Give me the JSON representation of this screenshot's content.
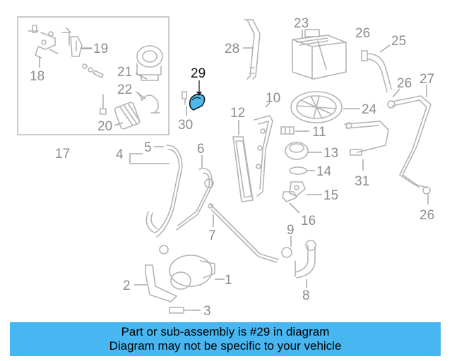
{
  "labels": {
    "l1": "1",
    "l2": "2",
    "l3": "3",
    "l4": "4",
    "l5": "5",
    "l6": "6",
    "l7": "7",
    "l8": "8",
    "l9": "9",
    "l10": "10",
    "l11": "11",
    "l12": "12",
    "l13": "13",
    "l14": "14",
    "l15": "15",
    "l16": "16",
    "l17": "17",
    "l18": "18",
    "l19": "19",
    "l20": "20",
    "l21": "21",
    "l22": "22",
    "l23": "23",
    "l24": "24",
    "l25": "25",
    "l26a": "26",
    "l26b": "26",
    "l26c": "26",
    "l27": "27",
    "l28": "28",
    "l29": "29",
    "l30": "30",
    "l31": "31"
  },
  "highlight": {
    "part_number": "29",
    "color": "#4fb9ee"
  },
  "caption": {
    "line1": "Part or sub-assembly is #29 in diagram",
    "line2": "Diagram may not be specific to your vehicle",
    "background": "#47b6f1"
  }
}
